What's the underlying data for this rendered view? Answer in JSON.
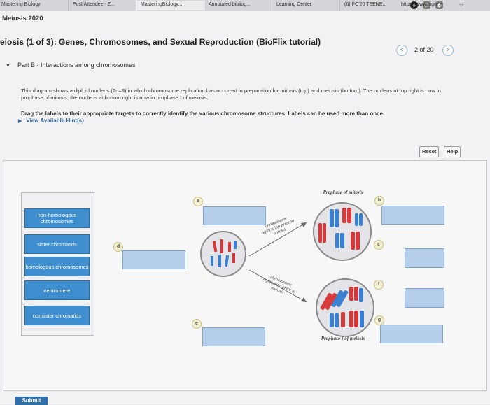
{
  "browser": {
    "tabs": [
      {
        "label": "Mastering Biology"
      },
      {
        "label": "Post Attendee - Z..."
      },
      {
        "label": "MasteringBiology:..."
      },
      {
        "label": "Annotated bibliog..."
      },
      {
        "label": "Learning Center"
      },
      {
        "label": "(6) PC'20 TEENE..."
      },
      {
        "label": "https://www.higre..."
      }
    ],
    "new_tab": "+"
  },
  "course": "Meiosis 2020",
  "title": "eiosis (1 of 3): Genes, Chromosomes, and Sexual Reproduction (BioFlix tutorial)",
  "pager": {
    "prev": "<",
    "text": "2 of 20",
    "next": ">"
  },
  "part": {
    "label": "Part B - Interactions among chromosomes"
  },
  "description": "This diagram shows a diploid nucleus (2n=8) in which chromosome replication has occurred in preparation for mitosis (top) and meiosis (bottom). The nucleus at top right is now in prophase of mitosis; the nucleus at bottom right is now in prophase I of meiosis.",
  "instruction": "Drag the labels to their appropriate targets to correctly identify the various chromosome structures. Labels can be used more than once.",
  "hints": "View Available Hint(s)",
  "buttons": {
    "reset": "Reset",
    "help": "Help",
    "submit": "Submit"
  },
  "labels": [
    "non-homologous chromosomes",
    "sister chromatids",
    "homologous chromosomes",
    "centromere",
    "nonsister chromatids"
  ],
  "diagram": {
    "top_caption": "Prophase of mitosis",
    "bottom_caption": "Prophase I of meiosis",
    "arrow_top": "chromosome replication prior to mitosis",
    "arrow_bottom": "chromosome replication prior to meiosis",
    "markers": [
      "a",
      "b",
      "c",
      "d",
      "e",
      "f",
      "g"
    ]
  },
  "colors": {
    "label_blue": "#3f8fd0",
    "target_blue": "#b5cfeb",
    "chrom_red": "#d63a3a",
    "chrom_blue": "#3b7fd0"
  }
}
